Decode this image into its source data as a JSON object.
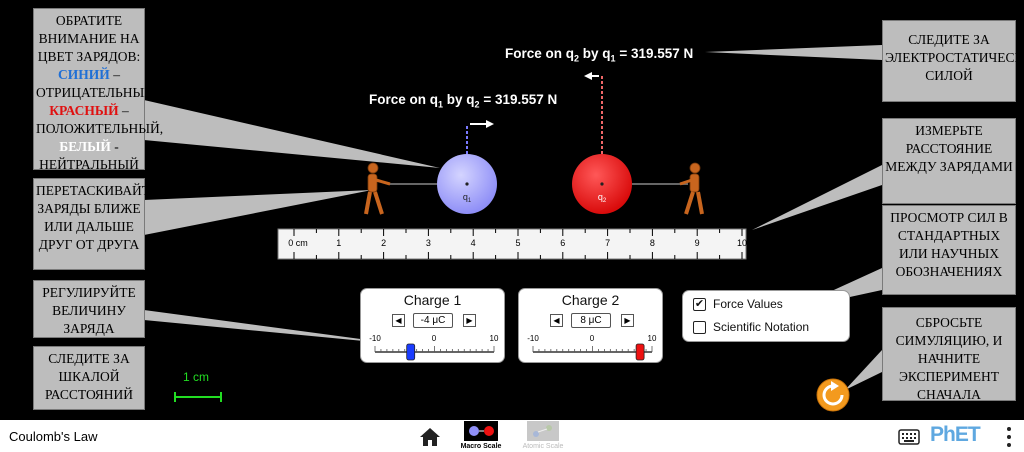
{
  "force_labels": {
    "q2_by_q1": {
      "prefix": "Force on q",
      "a": "2",
      "mid": " by q",
      "b": "1",
      "value": " = 319.557 N"
    },
    "q1_by_q2": {
      "prefix": "Force on q",
      "a": "1",
      "mid": " by q",
      "b": "2",
      "value": " = 319.557 N"
    }
  },
  "charges": {
    "q1": {
      "label": "q",
      "sub": "1",
      "color": "#a6a6ff"
    },
    "q2": {
      "label": "q",
      "sub": "2",
      "color": "#ee1111"
    }
  },
  "ruler": {
    "unit": "cm",
    "labels": [
      "0 cm",
      "1",
      "2",
      "3",
      "4",
      "5",
      "6",
      "7",
      "8",
      "9",
      "10"
    ]
  },
  "panels": {
    "charge1": {
      "title": "Charge 1",
      "value": "-4 μC",
      "min": "-10",
      "mid": "0",
      "max": "10",
      "amount": -4,
      "thumb_color": "#1a3cff"
    },
    "charge2": {
      "title": "Charge 2",
      "value": "8 μC",
      "min": "-10",
      "mid": "0",
      "max": "10",
      "amount": 8,
      "thumb_color": "#ee1111"
    }
  },
  "options": {
    "force_values": {
      "label": "Force Values",
      "checked": true
    },
    "scientific_notation": {
      "label": "Scientific Notation",
      "checked": false
    }
  },
  "scale": {
    "label": "1 cm"
  },
  "callouts": {
    "colors": {
      "line1": "Обратите внимание на цвет зарядов:",
      "blue": "синий",
      "dash1": " – отрицательный, ",
      "red": "красный",
      "dash2": " – положительный, ",
      "white": "белый",
      "dash3": " - нейтральный"
    },
    "drag": "Перетаскивайте заряды ближе или дальше друг от друга",
    "adjust": "Регулируйте величину заряда",
    "scale": "Следите за шкалой расстояний",
    "force": "Следите за электростатической силой",
    "measure": "Измерьте расстояние между зарядами",
    "notation": "Просмотр сил в стандартных или научных обозначениях",
    "reset": "Сбросьте симуляцию, и начните эксперимент сначала"
  },
  "nav": {
    "title": "Coulomb's Law",
    "screens": [
      {
        "label": "Macro Scale",
        "active": true
      },
      {
        "label": "Atomic Scale",
        "active": false
      }
    ],
    "logo": "PhET"
  },
  "colors": {
    "callout_bg": "#bdbdbd",
    "reset": "#f39a1e",
    "scale_bar": "#22dd22"
  }
}
